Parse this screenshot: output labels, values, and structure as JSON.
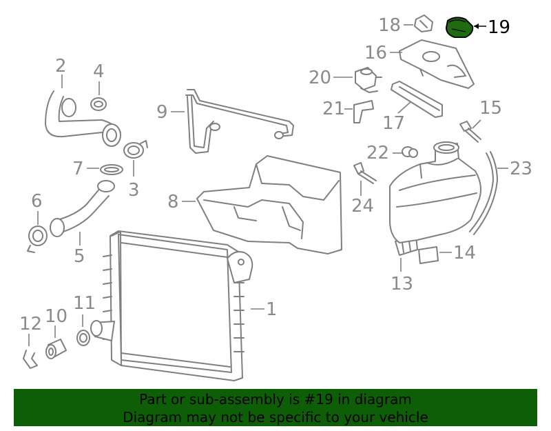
{
  "callouts": {
    "c1": "1",
    "c2": "2",
    "c3": "3",
    "c4": "4",
    "c5": "5",
    "c6": "6",
    "c7": "7",
    "c8": "8",
    "c9": "9",
    "c10": "10",
    "c11": "11",
    "c12": "12",
    "c13": "13",
    "c14": "14",
    "c15": "15",
    "c16": "16",
    "c17": "17",
    "c18": "18",
    "c19": "19",
    "c20": "20",
    "c21": "21",
    "c22": "22",
    "c23": "23",
    "c24": "24"
  },
  "highlight": {
    "part_number": "19",
    "color": "#1e6b12"
  },
  "banner": {
    "line1": "Part or sub-assembly is #19 in diagram",
    "line2": "Diagram may not be specific to your vehicle",
    "background": "#0e5e07"
  }
}
